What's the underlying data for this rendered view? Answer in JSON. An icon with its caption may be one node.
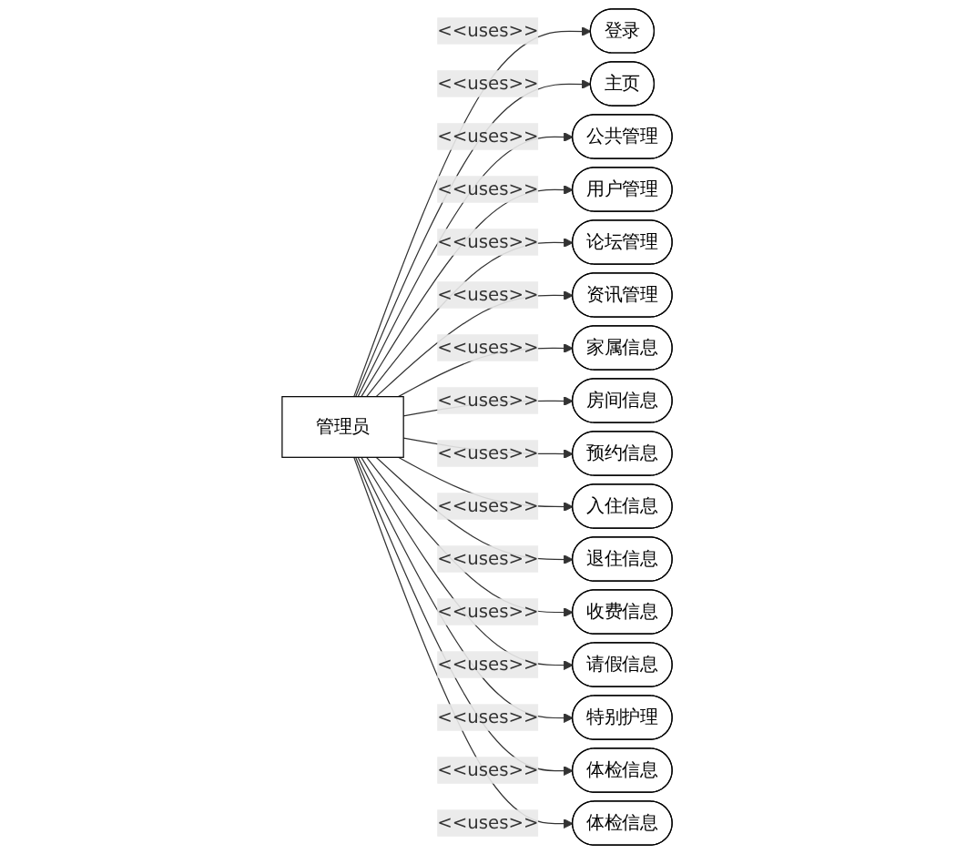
{
  "diagram": {
    "nodes": [
      {
        "text": [
          "登录"
        ]
      },
      {
        "text": [
          "主页"
        ]
      },
      {
        "text": [
          "公共管理"
        ]
      },
      {
        "text": [
          "用户管理"
        ]
      },
      {
        "text": [
          "论坛管理"
        ]
      },
      {
        "text": [
          "资讯管理"
        ]
      },
      {
        "text": [
          "家属信息"
        ]
      },
      {
        "text": [
          "房间信息"
        ]
      },
      {
        "text": [
          "管理员"
        ]
      },
      {
        "text": [
          "预约信息"
        ]
      },
      {
        "text": [
          "入住信息"
        ]
      },
      {
        "text": [
          "退住信息"
        ]
      },
      {
        "text": [
          "收费信息"
        ]
      },
      {
        "text": [
          "请假信息"
        ]
      },
      {
        "text": [
          "特别护理"
        ]
      },
      {
        "text": [
          "体检信息"
        ]
      },
      {
        "text": [
          "体检信息"
        ]
      }
    ],
    "edges": [
      {
        "from": 8,
        "to": 0,
        "arrow": "to",
        "label": "<<uses>>"
      },
      {
        "from": 8,
        "to": 1,
        "arrow": "to",
        "label": "<<uses>>"
      },
      {
        "from": 8,
        "to": 2,
        "arrow": "to",
        "label": "<<uses>>"
      },
      {
        "from": 8,
        "to": 3,
        "arrow": "to",
        "label": "<<uses>>"
      },
      {
        "from": 8,
        "to": 4,
        "arrow": "to",
        "label": "<<uses>>"
      },
      {
        "from": 8,
        "to": 5,
        "arrow": "to",
        "label": "<<uses>>"
      },
      {
        "from": 8,
        "to": 6,
        "arrow": "to",
        "label": "<<uses>>"
      },
      {
        "from": 8,
        "to": 7,
        "arrow": "to",
        "label": "<<uses>>"
      },
      {
        "from": 8,
        "to": 9,
        "arrow": "to",
        "label": "<<uses>>"
      },
      {
        "from": 8,
        "to": 10,
        "arrow": "to",
        "label": "<<uses>>"
      },
      {
        "from": 8,
        "to": 11,
        "arrow": "to",
        "label": "<<uses>>"
      },
      {
        "from": 8,
        "to": 12,
        "arrow": "to",
        "label": "<<uses>>"
      },
      {
        "from": 8,
        "to": 13,
        "arrow": "to",
        "label": "<<uses>>"
      },
      {
        "from": 8,
        "to": 14,
        "arrow": "to",
        "label": "<<uses>>"
      },
      {
        "from": 8,
        "to": 15,
        "arrow": "to",
        "label": "<<uses>>"
      },
      {
        "from": 8,
        "to": 16,
        "arrow": "to",
        "label": "<<uses>>"
      }
    ]
  }
}
